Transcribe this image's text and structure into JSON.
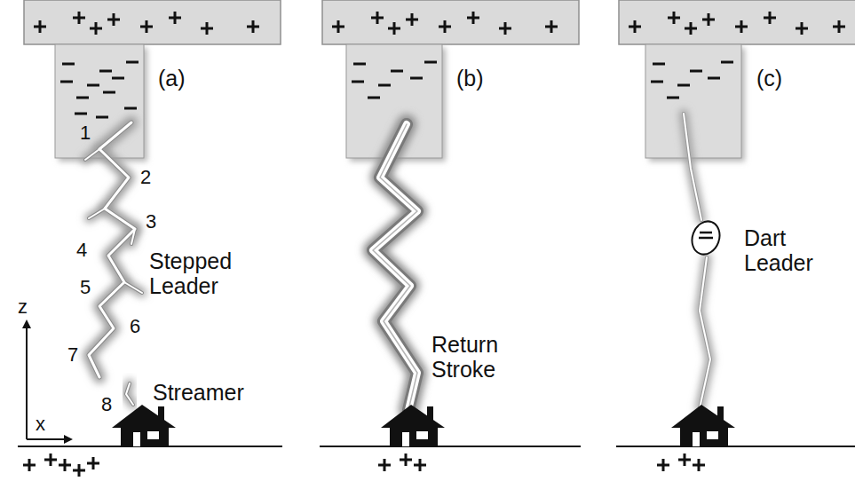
{
  "diagram": {
    "labels": [
      "(a)",
      "(b)",
      "(c)",
      "1",
      "2",
      "3",
      "4",
      "5",
      "6",
      "7",
      "8",
      "Stepped Leader",
      "Streamer",
      "Return Stroke",
      "Dart Leader",
      "z",
      "x"
    ]
  }
}
